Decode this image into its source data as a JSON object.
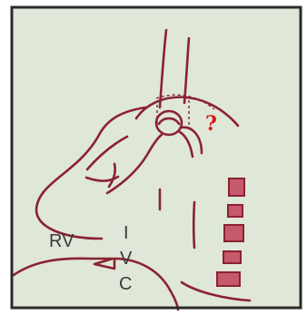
{
  "labels": {
    "rv": "RV",
    "ivc_i": "I",
    "ivc_v": "V",
    "ivc_c": "C",
    "question": "?"
  },
  "colors": {
    "background": "#dfe7d9",
    "frame": "#2b2b2b",
    "anatomy_line": "#8b2232",
    "vertebra_fill": "#c45a6b",
    "vertebra_stroke": "#8b2232",
    "question_mark": "#d81818",
    "label_text": "#3a3a3a"
  }
}
